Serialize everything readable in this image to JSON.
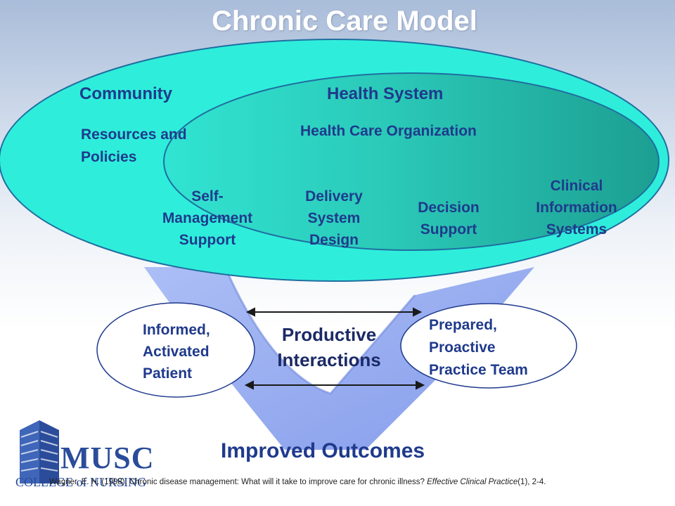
{
  "title": "Chronic Care Model",
  "community": {
    "heading": "Community",
    "line1": "Resources and",
    "line2": "Policies"
  },
  "health_system": {
    "heading": "Health System",
    "organization": "Health Care Organization"
  },
  "components": {
    "self_management": [
      "Self-",
      "Management",
      "Support"
    ],
    "delivery_system": [
      "Delivery",
      "System",
      "Design"
    ],
    "decision_support": [
      "Decision",
      "Support"
    ],
    "clinical_info": [
      "Clinical",
      "Information",
      "Systems"
    ]
  },
  "patient": [
    "Informed,",
    "Activated",
    "Patient"
  ],
  "interactions": [
    "Productive",
    "Interactions"
  ],
  "team": [
    "Prepared,",
    "Proactive",
    "Practice Team"
  ],
  "outcomes": "Improved Outcomes",
  "logo": {
    "name": "MUSC",
    "subtitle": "COLLEGE of NURSING"
  },
  "citation": {
    "authors": "Wagner, E. H. (1998). Chronic disease management: What will it take to improve care for chronic illness? ",
    "journal": "Effective Clinical Practice",
    "issue": "(1), 2-4."
  },
  "colors": {
    "outer_ellipse": "#2ee8d6",
    "inner_ellipse": "#1fa597",
    "arrow": "#8fa7f0",
    "text": "#1f3a8c"
  }
}
